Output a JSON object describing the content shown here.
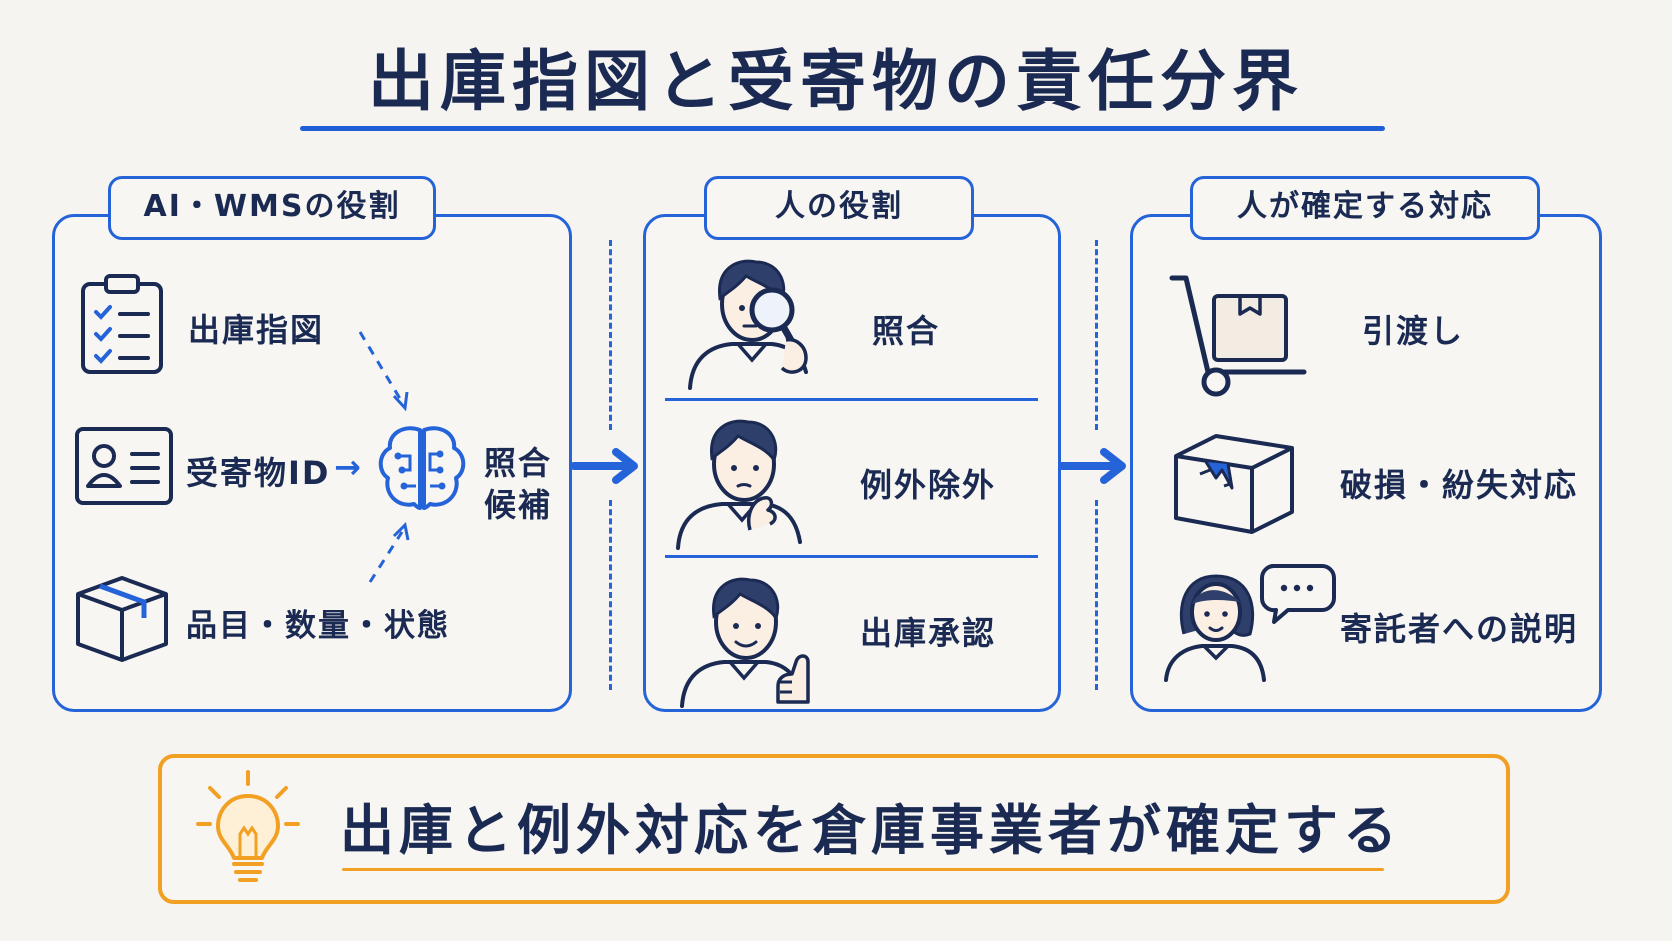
{
  "title": "出庫指図と受寄物の責任分界",
  "left_panel": {
    "tab": "AI・WMSの役割",
    "items": [
      {
        "label": "出庫指図",
        "icon": "clipboard-checklist-icon"
      },
      {
        "label": "受寄物ID",
        "icon": "id-card-icon"
      },
      {
        "label": "品目・数量・状態",
        "icon": "box-icon"
      }
    ],
    "arrow_text": "→",
    "ai_icon": "brain-circuit-icon",
    "result_line1": "照合",
    "result_line2": "候補"
  },
  "middle_panel": {
    "tab": "人の役割",
    "items": [
      {
        "label": "照合",
        "icon": "person-magnifier-icon"
      },
      {
        "label": "例外除外",
        "icon": "person-thinking-icon"
      },
      {
        "label": "出庫承認",
        "icon": "person-thumbs-up-icon"
      }
    ]
  },
  "right_panel": {
    "tab": "人が確定する対応",
    "items": [
      {
        "label": "引渡し",
        "icon": "hand-truck-icon"
      },
      {
        "label": "破損・紛失対応",
        "icon": "damaged-box-icon"
      },
      {
        "label": "寄託者への説明",
        "icon": "person-speech-icon"
      }
    ]
  },
  "conclusion": {
    "text": "出庫と例外対応を倉庫事業者が確定する",
    "icon": "lightbulb-icon"
  },
  "colors": {
    "primary": "#2563d9",
    "accent": "#f2a024",
    "ink": "#1b2a52"
  }
}
